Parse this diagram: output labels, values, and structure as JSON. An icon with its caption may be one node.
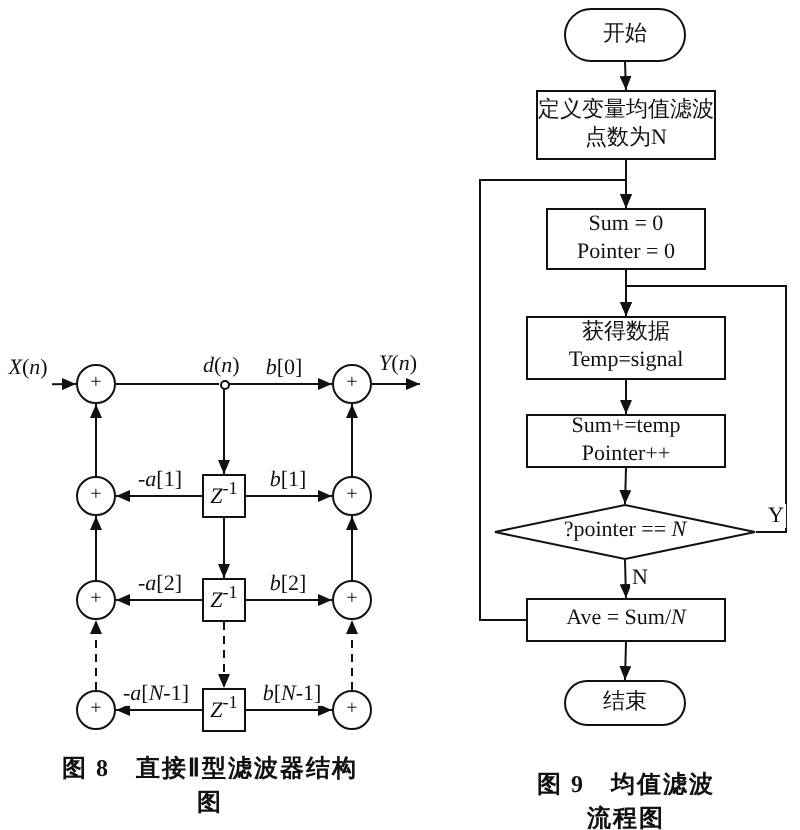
{
  "diagram": {
    "nodes": [
      {
        "text": [
          "*X*(*n*)"
        ]
      },
      {
        "text": [
          "+"
        ]
      },
      {
        "text": [],
        "shape": "circle",
        "beside": [
          "*d*(*n*)"
        ]
      },
      {
        "text": [
          "+"
        ]
      },
      {
        "text": [
          "*Y*(*n*)"
        ]
      },
      {
        "text": [
          "+"
        ]
      },
      {
        "text": [
          "*Z*$^{-1}$"
        ]
      },
      {
        "text": [
          "+"
        ]
      },
      {
        "text": [
          "+"
        ]
      },
      {
        "text": [
          "*Z*$^{-1}$"
        ]
      },
      {
        "text": [
          "+"
        ]
      },
      {
        "text": [
          "+"
        ]
      },
      {
        "text": [
          "*Z*$^{-1}$"
        ]
      },
      {
        "text": [
          "+"
        ]
      },
      {
        "text": [
          "开始"
        ]
      },
      {
        "text": [
          "定义变量均值滤波点数为N"
        ]
      },
      {
        "text": [
          "Sum = 0",
          "Pointer = 0"
        ]
      },
      {
        "text": [
          "获得数据",
          "Temp=signal"
        ]
      },
      {
        "text": [
          "Sum+=temp",
          "Pointer++"
        ]
      },
      {
        "text": [
          "?pointer == *N*"
        ]
      },
      {
        "text": [
          "Ave = Sum/*N*"
        ]
      },
      {
        "text": [
          "结束"
        ]
      }
    ],
    "edges": [
      {
        "from": 0,
        "to": 1,
        "arrow": "to"
      },
      {
        "from": 1,
        "to": 2,
        "arrow": "none"
      },
      {
        "from": 2,
        "to": 3,
        "arrow": "to",
        "label": "*b*[0]"
      },
      {
        "from": 3,
        "to": 4,
        "arrow": "to"
      },
      {
        "from": 2,
        "to": 6,
        "arrow": "to"
      },
      {
        "from": 6,
        "to": 5,
        "arrow": "to",
        "label": "-*a*[1]"
      },
      {
        "from": 6,
        "to": 7,
        "arrow": "to",
        "label": "*b*[1]"
      },
      {
        "from": 6,
        "to": 9,
        "arrow": "to"
      },
      {
        "from": 9,
        "to": 8,
        "arrow": "to",
        "label": "-*a*[2]"
      },
      {
        "from": 9,
        "to": 10,
        "arrow": "to",
        "label": "*b*[2]"
      },
      {
        "from": 9,
        "to": 12,
        "arrow": "to",
        "style": "dashed"
      },
      {
        "from": 12,
        "to": 11,
        "arrow": "to",
        "label": "-*a*[*N*-1]"
      },
      {
        "from": 12,
        "to": 13,
        "arrow": "to",
        "label": "*b*[*N*-1]"
      },
      {
        "from": 5,
        "to": 1,
        "arrow": "to"
      },
      {
        "from": 8,
        "to": 5,
        "arrow": "to"
      },
      {
        "from": 11,
        "to": 8,
        "arrow": "to",
        "style": "dashed"
      },
      {
        "from": 7,
        "to": 3,
        "arrow": "to"
      },
      {
        "from": 10,
        "to": 7,
        "arrow": "to"
      },
      {
        "from": 13,
        "to": 10,
        "arrow": "to",
        "style": "dashed"
      },
      {
        "from": 14,
        "to": 15,
        "arrow": "to"
      },
      {
        "from": 15,
        "to": 16,
        "arrow": "to"
      },
      {
        "from": 16,
        "to": 17,
        "arrow": "to"
      },
      {
        "from": 17,
        "to": 18,
        "arrow": "to"
      },
      {
        "from": 18,
        "to": 19,
        "arrow": "to"
      },
      {
        "from": 19,
        "to": 17,
        "arrow": "to",
        "label": "Y"
      },
      {
        "from": 19,
        "to": 20,
        "arrow": "to",
        "label": "N"
      },
      {
        "from": 20,
        "to": 16,
        "arrow": "to"
      },
      {
        "from": 20,
        "to": 21,
        "arrow": "to"
      }
    ],
    "labels": [
      "图 8　直接Ⅱ型滤波器结构图",
      "图 9　均值滤波流程图"
    ]
  }
}
